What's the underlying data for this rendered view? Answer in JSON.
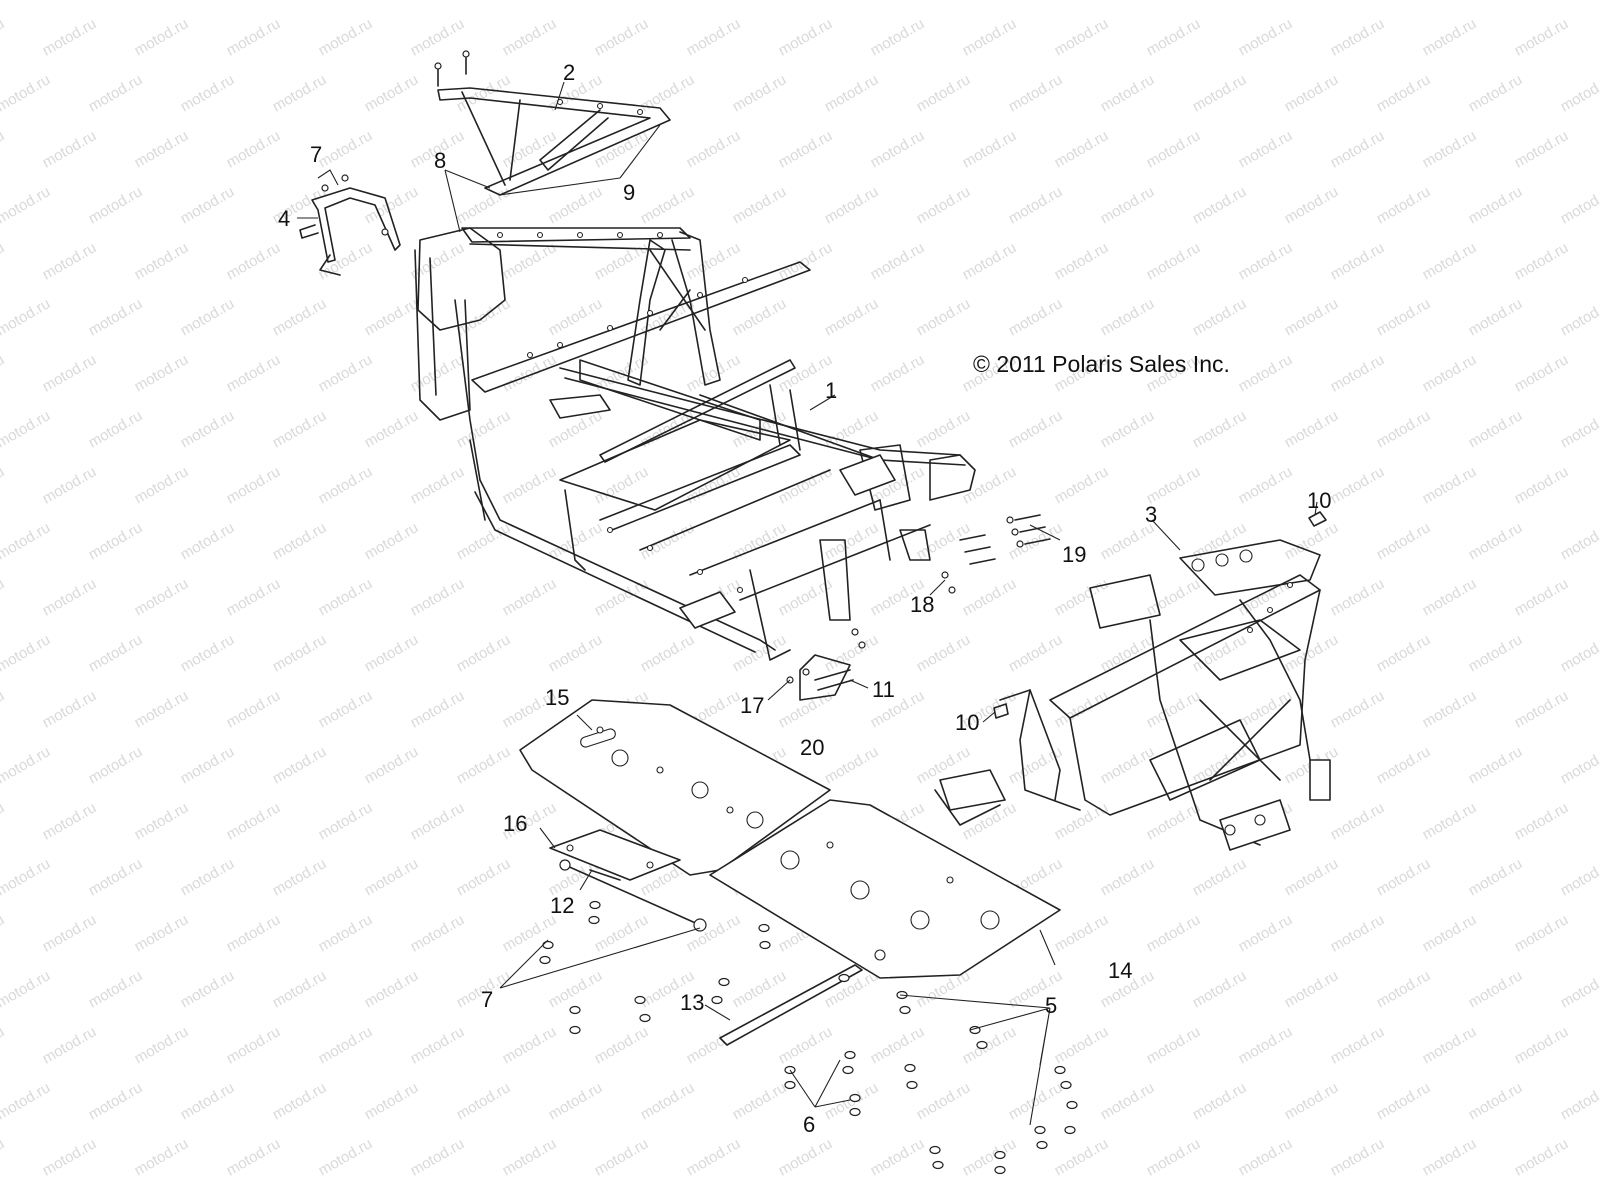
{
  "watermark": {
    "text": "motod.ru",
    "color": "#d9d9d9"
  },
  "copyright": "© 2011 Polaris Sales Inc.",
  "callouts": [
    {
      "id": "1",
      "text": "1"
    },
    {
      "id": "2",
      "text": "2"
    },
    {
      "id": "3",
      "text": "3"
    },
    {
      "id": "4",
      "text": "4"
    },
    {
      "id": "5",
      "text": "5"
    },
    {
      "id": "6",
      "text": "6"
    },
    {
      "id": "7a",
      "text": "7"
    },
    {
      "id": "7b",
      "text": "7"
    },
    {
      "id": "8",
      "text": "8"
    },
    {
      "id": "9",
      "text": "9"
    },
    {
      "id": "10a",
      "text": "10"
    },
    {
      "id": "10b",
      "text": "10"
    },
    {
      "id": "11",
      "text": "11"
    },
    {
      "id": "12",
      "text": "12"
    },
    {
      "id": "13",
      "text": "13"
    },
    {
      "id": "14",
      "text": "14"
    },
    {
      "id": "15",
      "text": "15"
    },
    {
      "id": "16",
      "text": "16"
    },
    {
      "id": "17",
      "text": "17"
    },
    {
      "id": "18",
      "text": "18"
    },
    {
      "id": "19",
      "text": "19"
    },
    {
      "id": "20",
      "text": "20"
    }
  ]
}
